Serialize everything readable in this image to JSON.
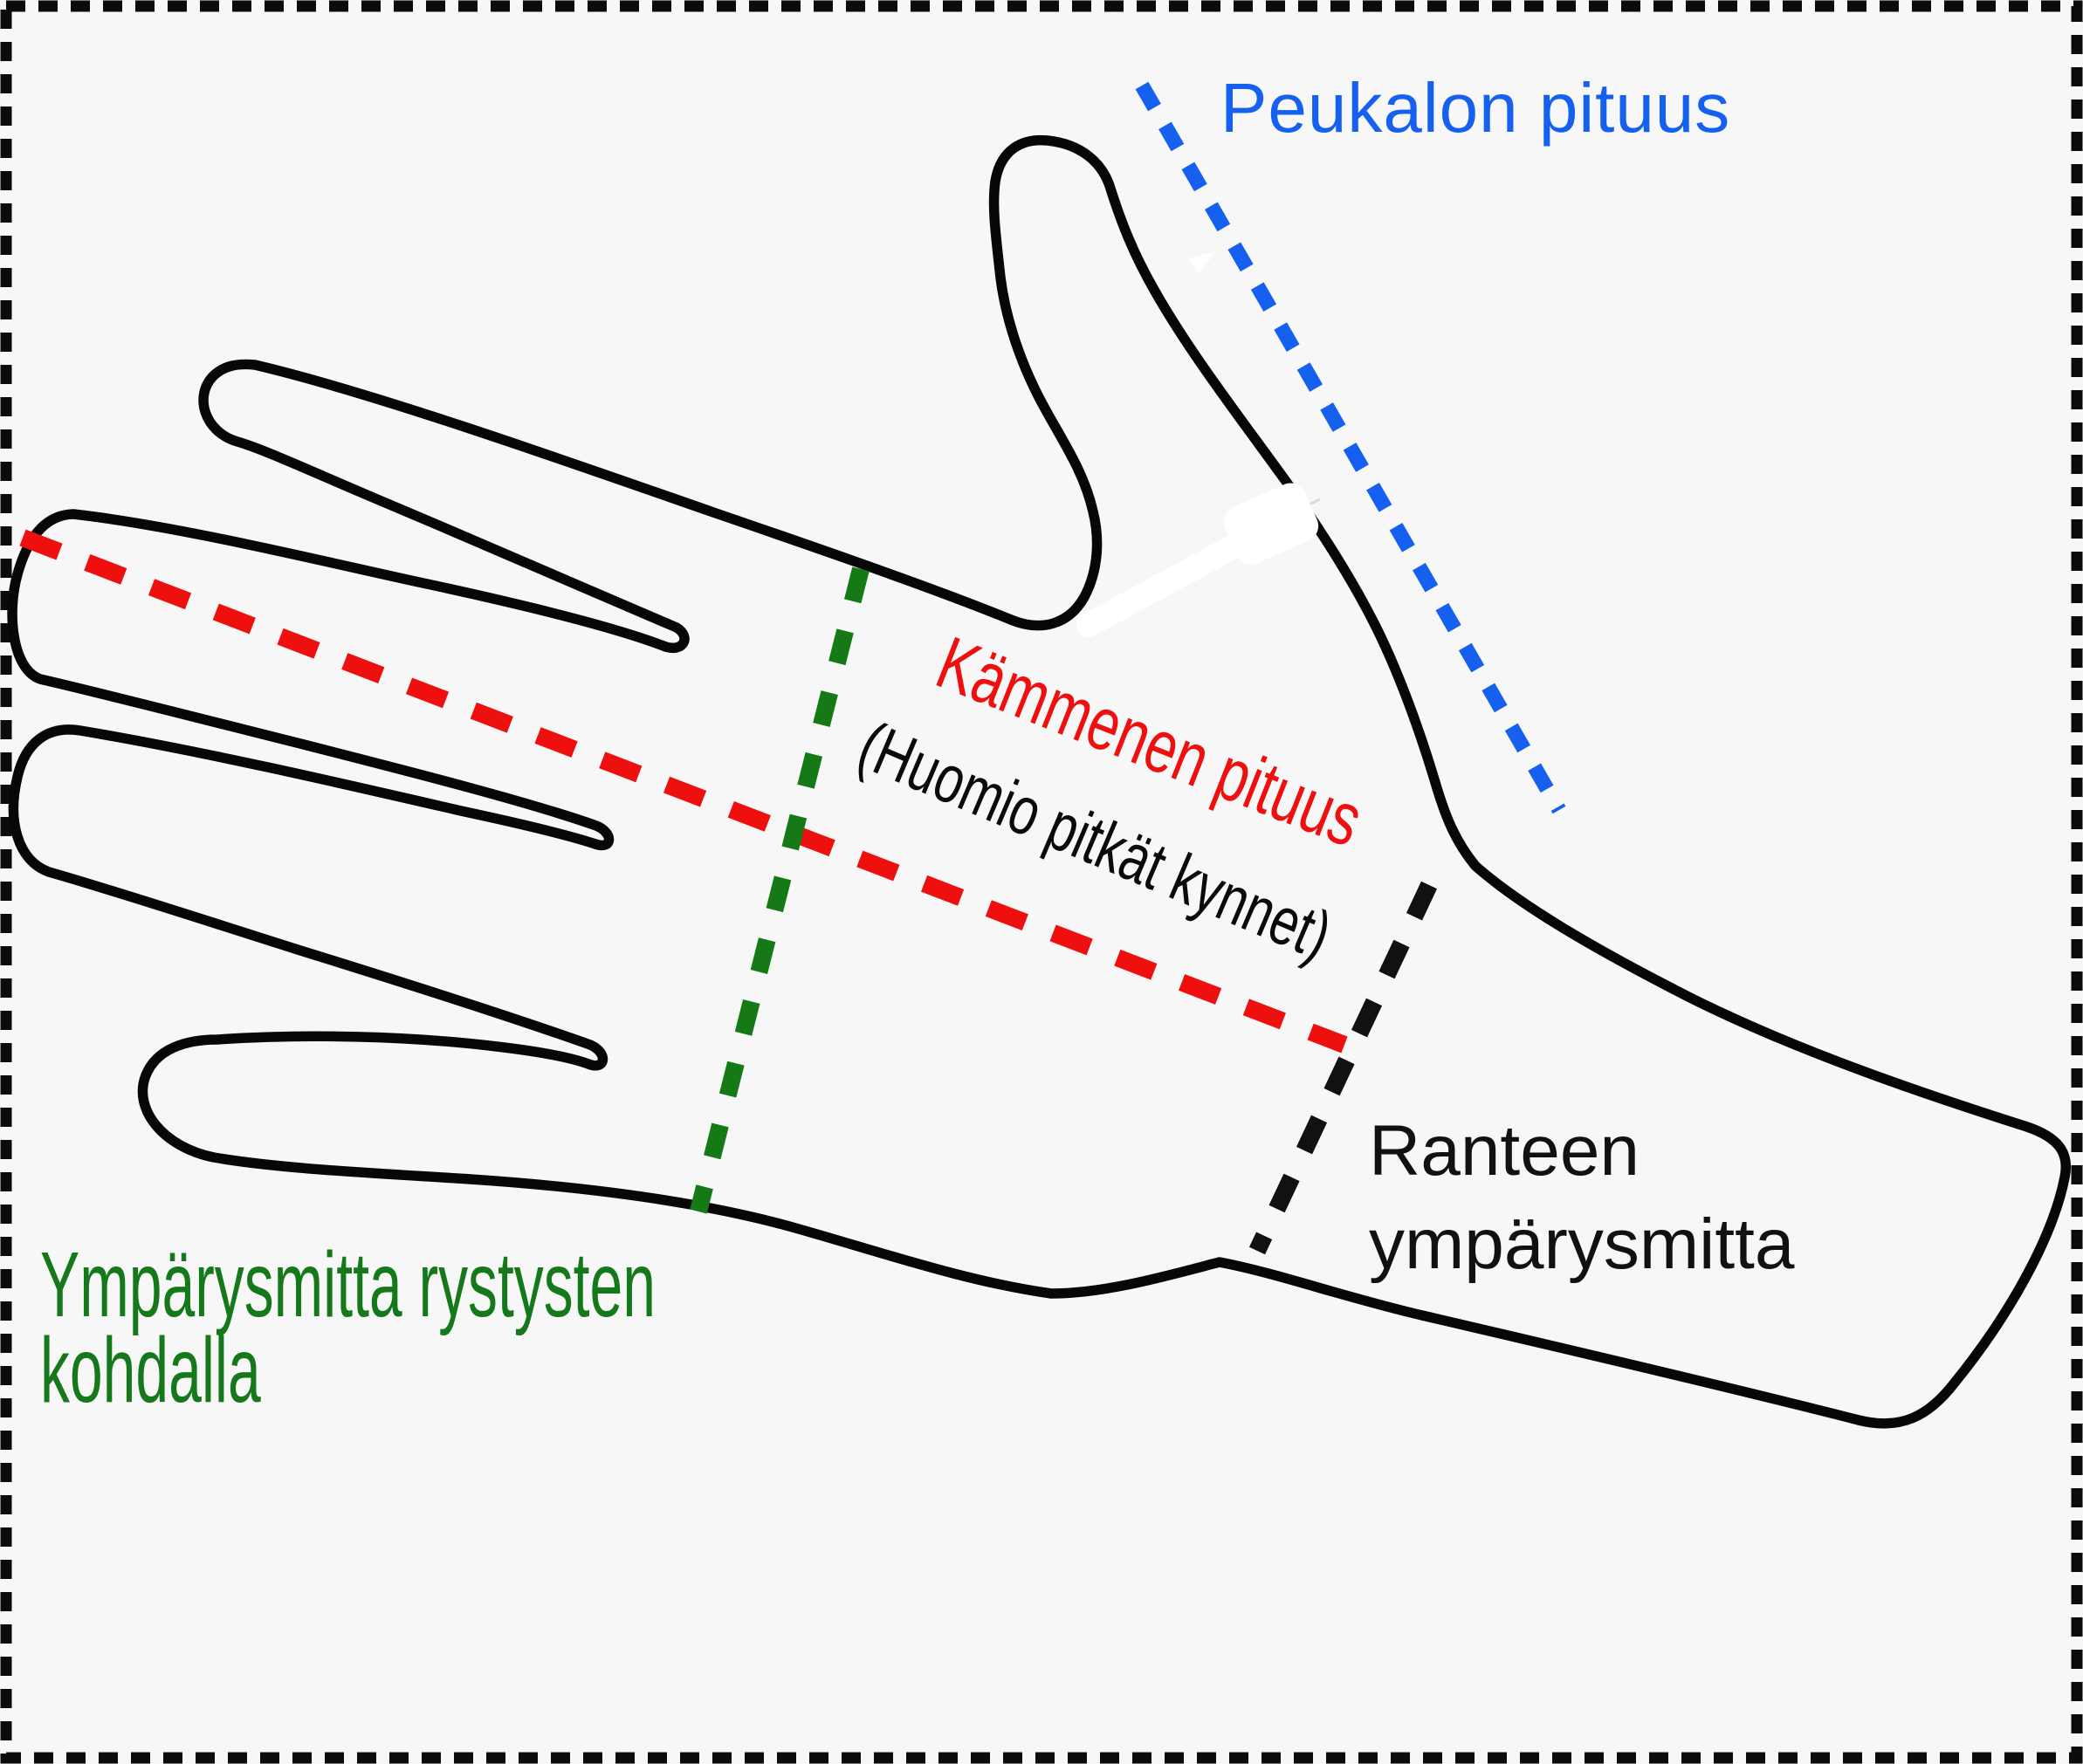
{
  "diagram": {
    "title_semantic": "glove-hand-measurement-diagram",
    "background_color": "#f7f7f7",
    "border_color": "#0b0b0b",
    "outline_color": "#070707",
    "artifact_color": "#ffffff",
    "labels": {
      "thumb": {
        "text": "Peukalon pituus",
        "color": "#1560ee"
      },
      "palm": {
        "text": "Kämmenen pituus",
        "color": "#ee0f0f"
      },
      "palm_note": {
        "text": "(Huomio pitkät kynnet)",
        "color": "#0a0a0a"
      },
      "knuckles": {
        "line1": "Ympärysmitta rystysten",
        "line2": "kohdalla",
        "color": "#15781a"
      },
      "wrist": {
        "line1": "Ranteen",
        "line2": "ympärysmitta",
        "color": "#111111"
      }
    },
    "lines": {
      "thumb_length_color": "#1560ee",
      "palm_length_color": "#ee0f0f",
      "knuckle_circumference_color": "#157a15",
      "wrist_circumference_color": "#111111"
    }
  }
}
